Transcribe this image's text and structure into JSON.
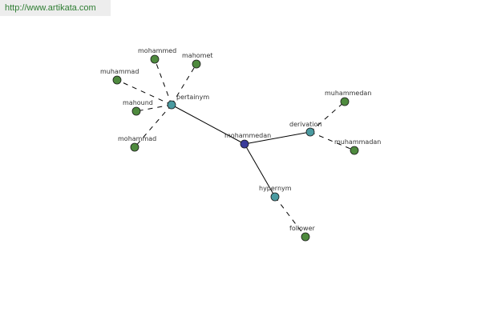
{
  "banner": {
    "url": "http://www.artikata.com"
  },
  "graph": {
    "colors": {
      "root": "#3a3c9a",
      "relation": "#4a9aa0",
      "word": "#4e8a3e",
      "edge": "#000000"
    },
    "nodes": [
      {
        "id": "root",
        "label": "mohammedan",
        "kind": "root"
      },
      {
        "id": "pertainym",
        "label": "pertainym",
        "kind": "relation"
      },
      {
        "id": "derivation",
        "label": "derivation",
        "kind": "relation"
      },
      {
        "id": "hypernym",
        "label": "hypernym",
        "kind": "relation"
      },
      {
        "id": "w-mohammed",
        "label": "mohammed",
        "kind": "word"
      },
      {
        "id": "w-mahomet",
        "label": "mahomet",
        "kind": "word"
      },
      {
        "id": "w-muhammad",
        "label": "muhammad",
        "kind": "word"
      },
      {
        "id": "w-mahound",
        "label": "mahound",
        "kind": "word"
      },
      {
        "id": "w-mohammad",
        "label": "mohammad",
        "kind": "word"
      },
      {
        "id": "w-muhammedan",
        "label": "muhammedan",
        "kind": "word"
      },
      {
        "id": "w-muhammadan",
        "label": "muhammadan",
        "kind": "word"
      },
      {
        "id": "w-follower",
        "label": "follower",
        "kind": "word"
      }
    ],
    "edges": [
      {
        "from": "root",
        "to": "pertainym",
        "style": "solid"
      },
      {
        "from": "root",
        "to": "derivation",
        "style": "solid"
      },
      {
        "from": "root",
        "to": "hypernym",
        "style": "solid"
      },
      {
        "from": "pertainym",
        "to": "w-mohammed",
        "style": "dashed"
      },
      {
        "from": "pertainym",
        "to": "w-mahomet",
        "style": "dashed"
      },
      {
        "from": "pertainym",
        "to": "w-muhammad",
        "style": "dashed"
      },
      {
        "from": "pertainym",
        "to": "w-mahound",
        "style": "dashed"
      },
      {
        "from": "pertainym",
        "to": "w-mohammad",
        "style": "dashed"
      },
      {
        "from": "derivation",
        "to": "w-muhammedan",
        "style": "dashed"
      },
      {
        "from": "derivation",
        "to": "w-muhammadan",
        "style": "dashed"
      },
      {
        "from": "hypernym",
        "to": "w-follower",
        "style": "dashed"
      }
    ]
  }
}
